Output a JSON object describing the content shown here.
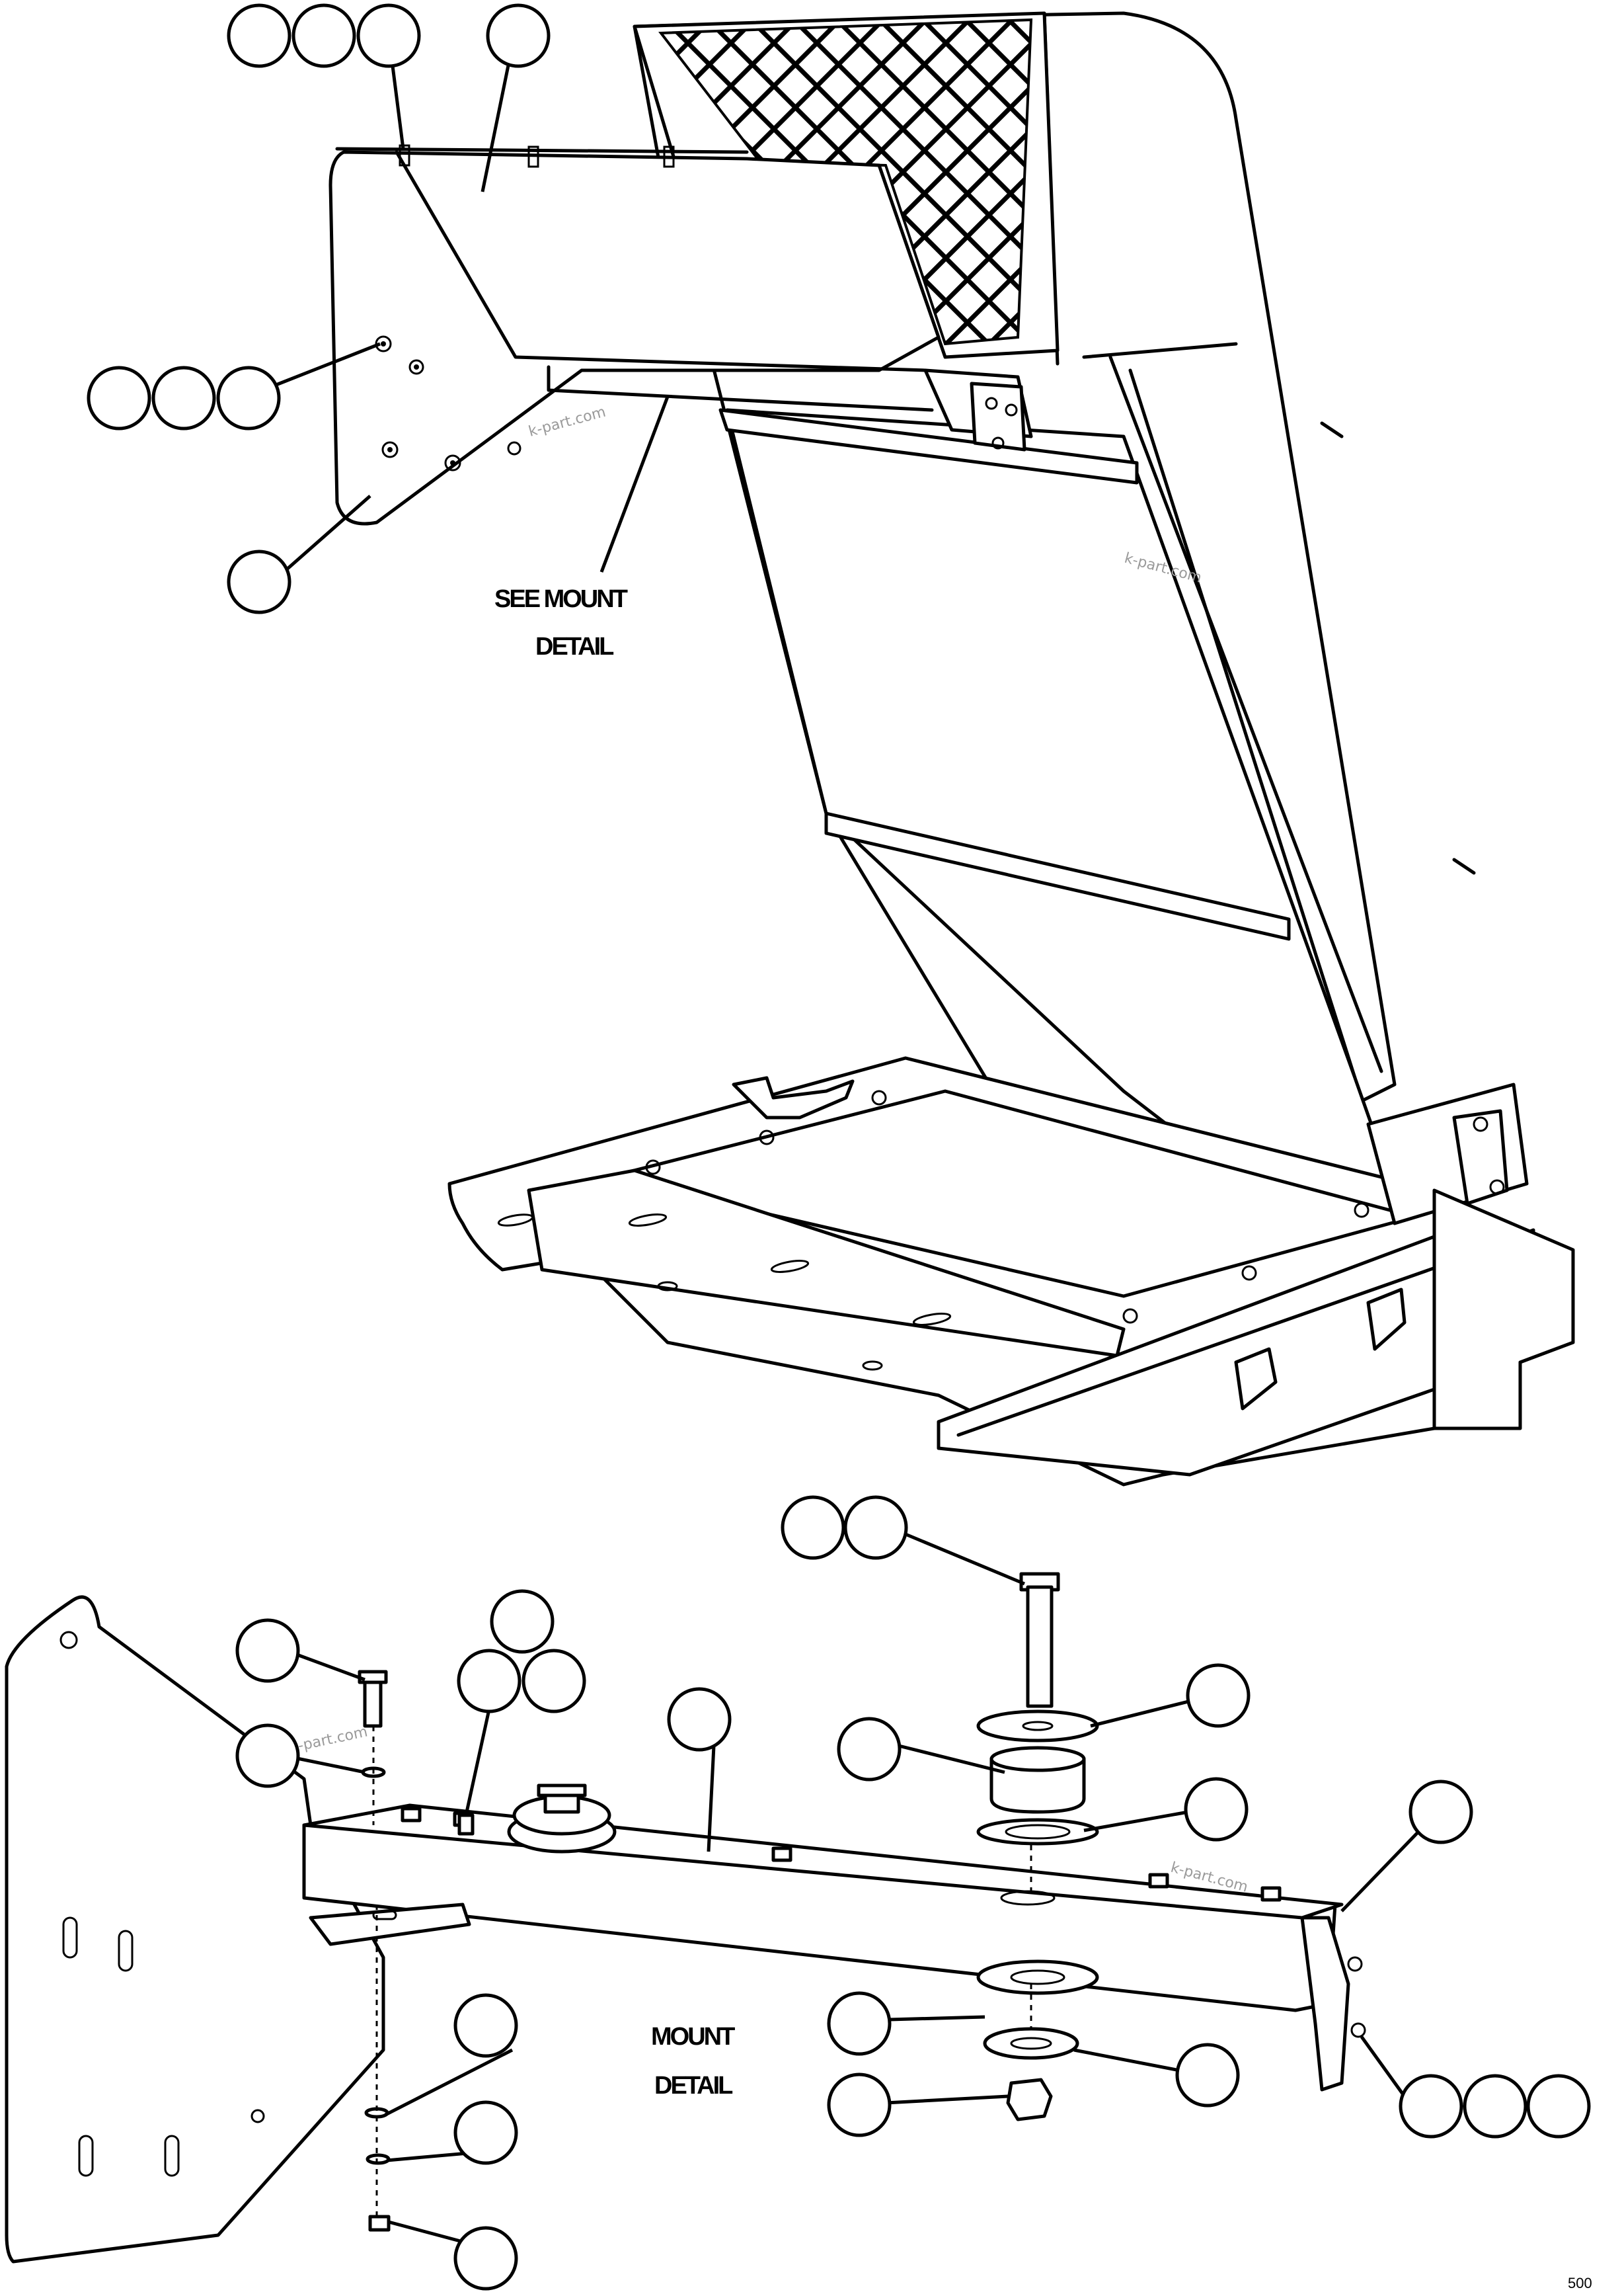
{
  "callouts": {
    "see_mount_line1": "SEE MOUNT",
    "see_mount_line2": "DETAIL",
    "mount_line1": "MOUNT",
    "mount_line2": "DETAIL"
  },
  "watermark": "k-part.com",
  "sheet_code": "500"
}
